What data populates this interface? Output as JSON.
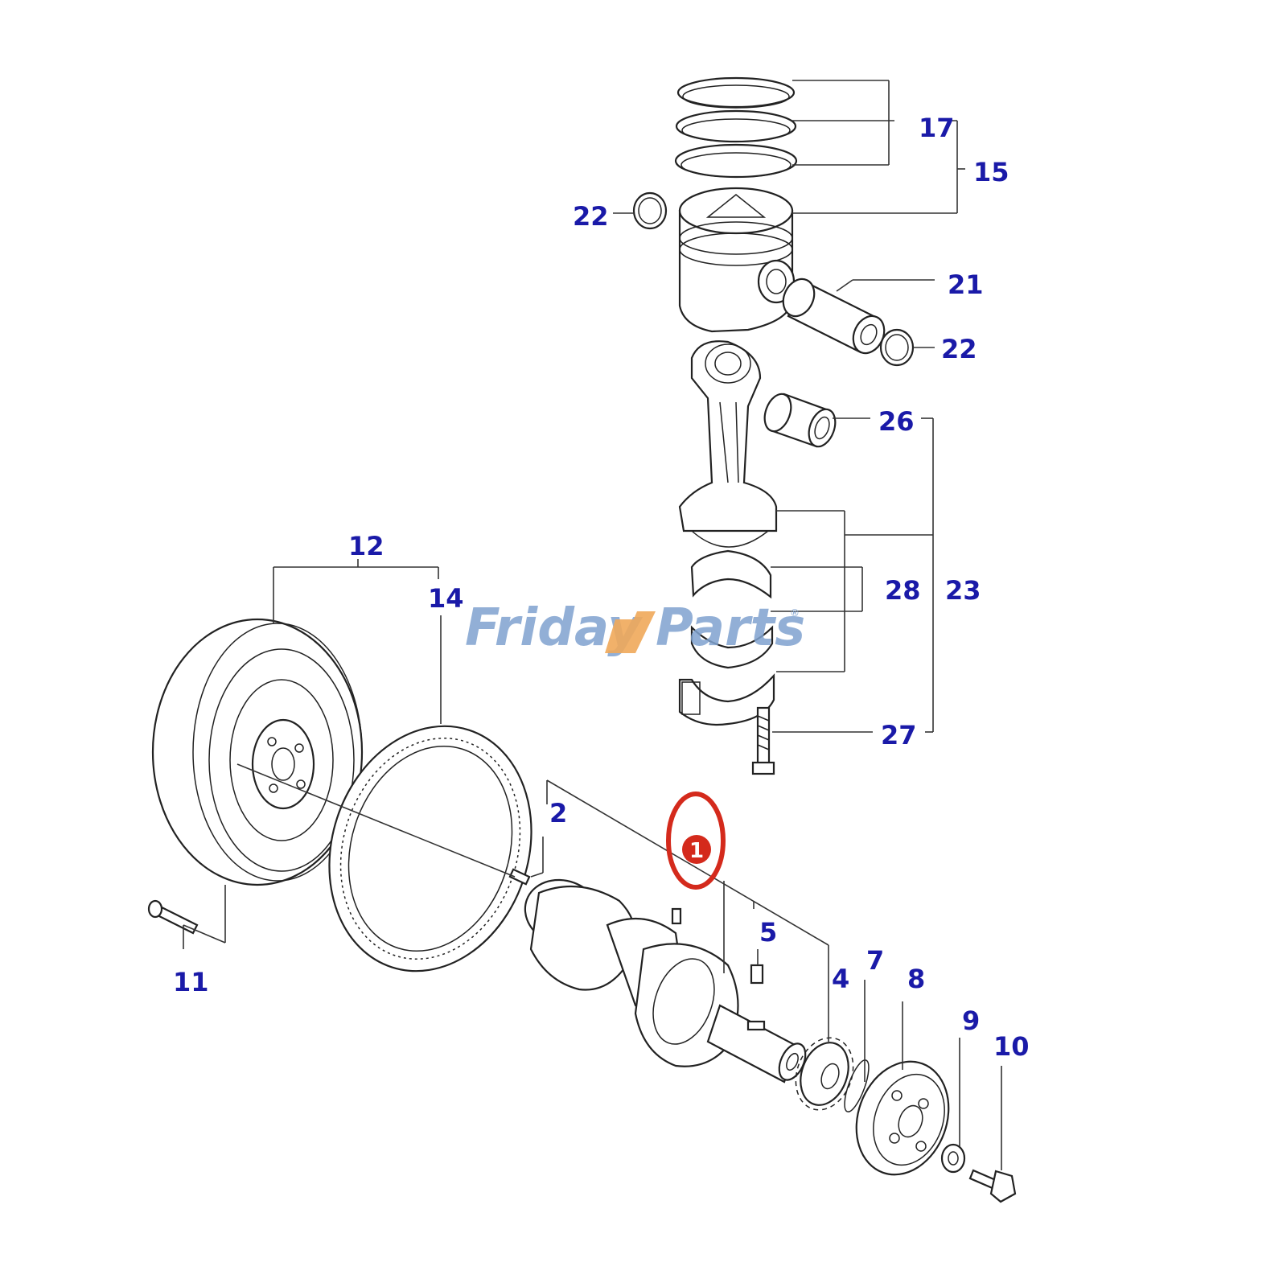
{
  "labels": {
    "l17": "17",
    "l15": "15",
    "l22a": "22",
    "l21": "21",
    "l22b": "22",
    "l26": "26",
    "l28": "28",
    "l23": "23",
    "l27": "27",
    "l12": "12",
    "l14": "14",
    "l2": "2",
    "l5": "5",
    "l4": "4",
    "l7": "7",
    "l8": "8",
    "l9": "9",
    "l10": "10",
    "l11": "11"
  },
  "highlight": {
    "number": "1",
    "color": "#d42a1c"
  },
  "watermark": {
    "text_left": "Friday",
    "text_right": "Parts",
    "mark": "®"
  },
  "colors": {
    "label": "#1a1aa8",
    "watermark": "#7fa2cf",
    "accent": "#f0a85a"
  }
}
